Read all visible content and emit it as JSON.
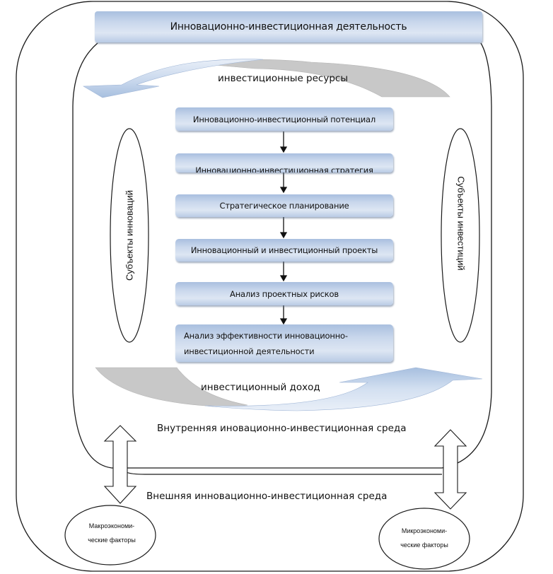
{
  "diagram": {
    "title": "Инновационно-инвестиционная деятельность",
    "top_flow_label": "инвестиционные ресурсы",
    "bottom_flow_label": "инвестиционный доход",
    "steps": [
      {
        "label": "Инновационно-инвестиционный  потенциал"
      },
      {
        "label": "Инновационно-инвестиционная стратегия"
      },
      {
        "label": "Стратегическое планирование"
      },
      {
        "label": "Инновационный и инвестиционный проекты"
      },
      {
        "label": "Анализ проектных рисков"
      },
      {
        "label_line1": "Анализ эффективности инновационно-",
        "label_line2": "инвестиционной деятельности"
      }
    ],
    "left_subject": "Субъекты  инноваций",
    "right_subject": "Субъекты инвестиций",
    "internal_environment": "Внутренняя иновационно-инвестиционная среда",
    "external_environment": "Внешняя инновационно-инвестиционная среда",
    "macro_factors": {
      "line1": "Макроэкономи-",
      "line2": "ческие факторы"
    },
    "micro_factors": {
      "line1": "Микроэкономи-",
      "line2": "ческие факторы"
    },
    "colors": {
      "box_gradient_top": "#a9bfdf",
      "box_gradient_mid": "#dde6f3",
      "arrow_blue": "#b9cce6",
      "arrow_gray": "#c8c8c8",
      "outline": "#1a1a1a"
    }
  }
}
